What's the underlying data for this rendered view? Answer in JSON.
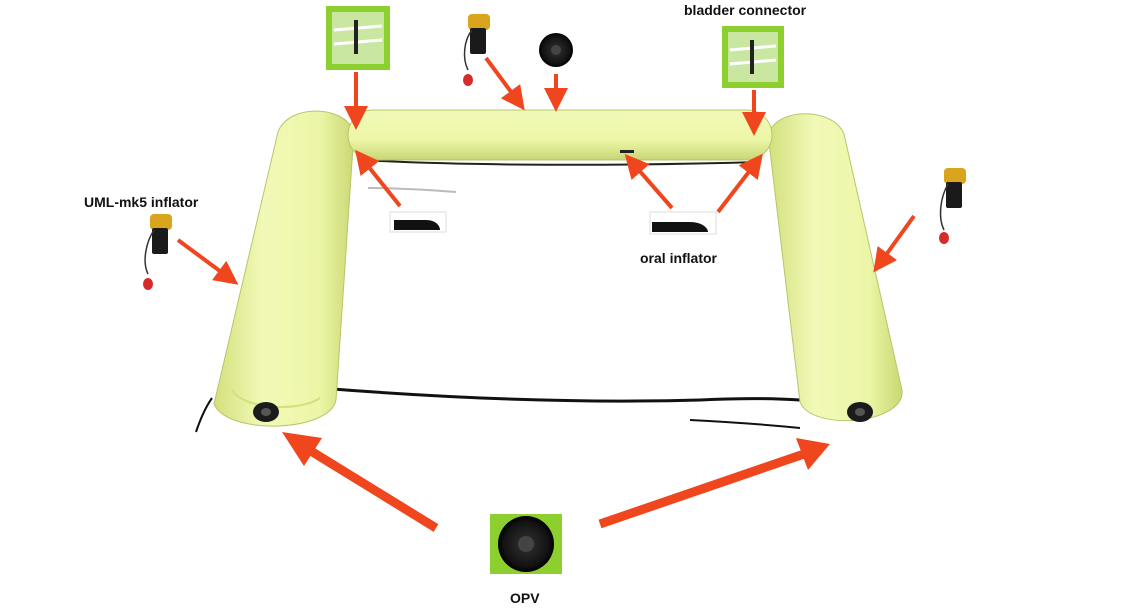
{
  "labels": {
    "bladder_connector": "bladder connector",
    "uml_inflator": "UML-mk5  inflator",
    "oral_inflator": "oral inflator",
    "opv": "OPV"
  },
  "colors": {
    "tube": "#ecf6a6",
    "tube_shade": "#d3e07c",
    "tube_edge": "#b8c56a",
    "arrow": "#f0461e",
    "thumb_bg": "#8ccf2e",
    "valve": "#1b1b1b",
    "inflator_body": "#1a1a1a",
    "inflator_cap": "#d9a51c",
    "pull_tab": "#d62b2b"
  },
  "icons": [
    "bladder-connector-icon",
    "uml-inflator-icon",
    "opv-valve-icon",
    "oral-inflator-icon",
    "arrow-icon"
  ]
}
